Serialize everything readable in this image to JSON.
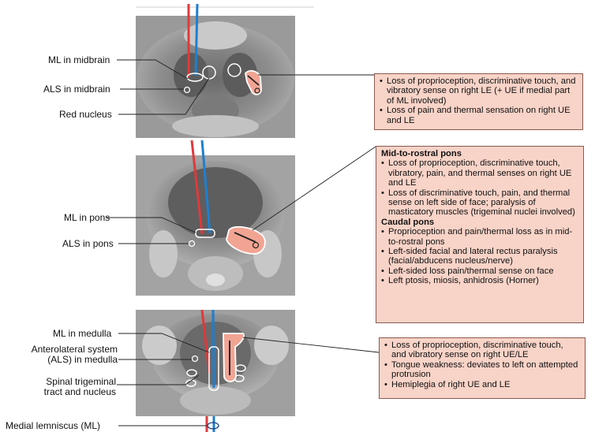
{
  "labels": {
    "ml_midbrain": "ML in midbrain",
    "als_midbrain": "ALS in midbrain",
    "red_nucleus": "Red nucleus",
    "ml_pons": "ML in pons",
    "als_pons": "ALS in pons",
    "ml_medulla": "ML in medulla",
    "als_medulla_line1": "Anterolateral system",
    "als_medulla_line2": "(ALS) in medulla",
    "spinal_trigeminal_line1": "Spinal trigeminal",
    "spinal_trigeminal_line2": "tract and nucleus",
    "medial_lemniscus": "Medial lemniscus (ML)"
  },
  "midbrain_box": {
    "items": [
      "Loss of proprioception, discriminative touch, and vibratory sense on right LE (+ UE if medial part of ML involved)",
      "Loss of pain and thermal sensation on right UE and LE"
    ]
  },
  "pons_box": {
    "heading_1": "Mid-to-rostral pons",
    "items_1": [
      "Loss of proprioception, discriminative touch, vibratory, pain, and thermal senses on right UE and LE",
      "Loss of discriminative touch, pain, and thermal sense on left side of face; paralysis of masticatory muscles (trigeminal nuclei involved)"
    ],
    "heading_2": "Caudal pons",
    "items_2": [
      "Proprioception and pain/thermal loss as in mid-to-rostral pons",
      "Left-sided facial and lateral rectus paralysis (facial/abducens nucleus/nerve)",
      "Left-sided loss pain/thermal sense on face",
      "Left ptosis, miosis, anhidrosis (Horner)"
    ]
  },
  "medulla_box": {
    "items": [
      "Loss of proprioception, discriminative touch, and vibratory sense on right UE/LE",
      "Tongue weakness: deviates to left on attempted protrusion",
      "Hemiplegia of right UE and LE"
    ]
  },
  "colors": {
    "ml_tract": "#1e7fd0",
    "als_tract": "#e0393b",
    "lesion_fill": "#f2a493",
    "box_fill": "#f8d3c7",
    "box_border": "#8a5a4f"
  }
}
